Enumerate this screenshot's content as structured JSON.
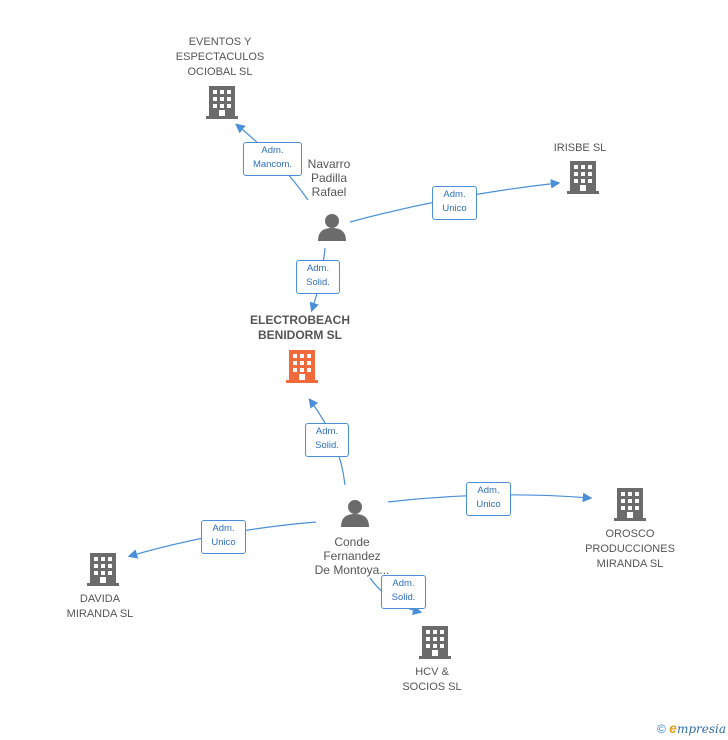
{
  "colors": {
    "edge": "#4a8fd8",
    "company": "#6b6b6b",
    "main_company": "#f26a3a",
    "person": "#6b6b6b"
  },
  "companies": {
    "eventos": {
      "label": "EVENTOS Y\nESPECTACULOS\nOCIOBAL SL",
      "icon": "building-icon"
    },
    "irisbe": {
      "label": "IRISBE SL",
      "icon": "building-icon"
    },
    "electrobeach": {
      "label": "ELECTROBEACH\nBENIDORM SL",
      "icon": "building-icon"
    },
    "orosco": {
      "label": "OROSCO\nPRODUCCIONES\nMIRANDA SL",
      "icon": "building-icon"
    },
    "davida": {
      "label": "DAVIDA\nMIRANDA SL",
      "icon": "building-icon"
    },
    "hcv": {
      "label": "HCV &\nSOCIOS SL",
      "icon": "building-icon"
    }
  },
  "persons": {
    "navarro": {
      "label": "Navarro\nPadilla\nRafael",
      "icon": "person-icon"
    },
    "conde": {
      "label": "Conde\nFernandez\nDe Montoya...",
      "icon": "person-icon"
    }
  },
  "edges": {
    "e1": "Adm.\nMancom.",
    "e2": "Adm.\nUnico",
    "e3": "Adm.\nSolid.",
    "e4": "Adm.\nSolid.",
    "e5": "Adm.\nUnico",
    "e6": "Adm.\nUnico",
    "e7": "Adm.\nSolid."
  },
  "footer": {
    "copyright": "©",
    "brand_e": "e",
    "brand_rest": "mpresia"
  }
}
